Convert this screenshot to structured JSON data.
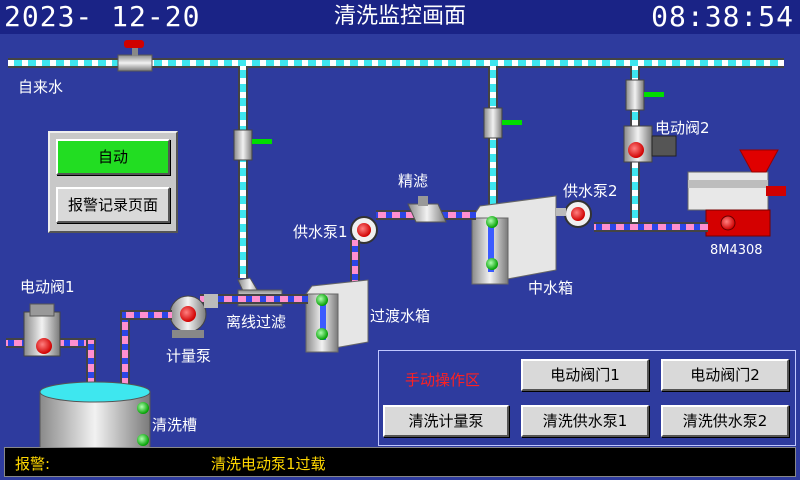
{
  "header": {
    "date": "2023- 12-20",
    "title": "清洗监控画面",
    "time": "08:38:54"
  },
  "labels": {
    "tap_water": "自来水",
    "valve1": "电动阀1",
    "valve2": "电动阀2",
    "metering_pump": "计量泵",
    "offline_filter": "离线过滤",
    "transfer_tank": "过渡水箱",
    "fine_filter": "精滤",
    "supply_pump1": "供水泵1",
    "supply_pump2": "供水泵2",
    "middle_tank": "中水箱",
    "clean_tank": "清洗槽",
    "machine_id": "8M4308"
  },
  "auto_panel": {
    "auto_button": "自动",
    "alarm_log_button": "报警记录页面"
  },
  "manual_panel": {
    "title": "手动操作区",
    "buttons": [
      "电动阀门1",
      "电动阀门2",
      "清洗计量泵",
      "清洗供水泵1",
      "清洗供水泵2"
    ]
  },
  "alarm": {
    "label": "报警:",
    "message": "清洗电动泵1过载"
  },
  "colors": {
    "background": "#2e3b9e",
    "header": "#1a2386",
    "auto_active": "#22dd22",
    "alarm_text": "#ffd700",
    "manual_title": "#ff2020",
    "running": "#00dd00",
    "stopped": "#ff0000"
  }
}
